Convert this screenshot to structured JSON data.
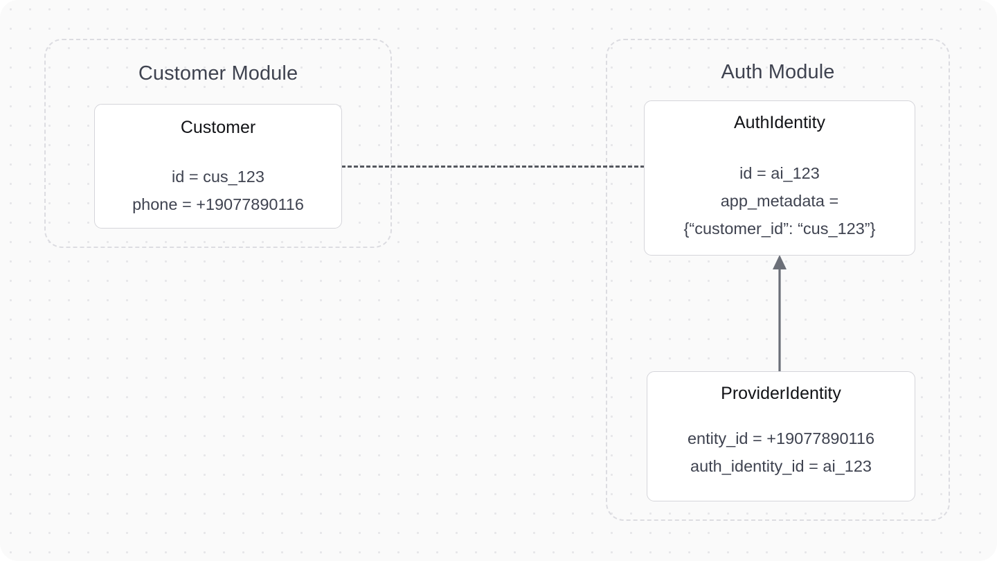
{
  "diagram": {
    "background_color": "#fafafa",
    "dot_color": "#e6e6e9",
    "modules": [
      {
        "id": "customer-module",
        "title": "Customer Module",
        "border_style": "dashed",
        "border_color": "#dcdce1"
      },
      {
        "id": "auth-module",
        "title": "Auth Module",
        "border_style": "dashed",
        "border_color": "#dcdce1"
      }
    ],
    "cards": {
      "customer": {
        "title": "Customer",
        "lines": [
          "id = cus_123",
          "phone = +19077890116"
        ]
      },
      "auth_identity": {
        "title": "AuthIdentity",
        "lines": [
          "id = ai_123",
          "app_metadata =",
          "{“customer_id”: “cus_123”}"
        ]
      },
      "provider_identity": {
        "title": "ProviderIdentity",
        "lines": [
          "entity_id = +19077890116",
          "auth_identity_id = ai_123"
        ]
      }
    },
    "connectors": [
      {
        "id": "customer-to-auth-identity",
        "style": "dotted",
        "color": "#55585f",
        "from": "customer",
        "to": "auth_identity",
        "arrow": false
      },
      {
        "id": "provider-identity-to-auth-identity",
        "style": "solid",
        "color": "#6b6f78",
        "from": "provider_identity",
        "to": "auth_identity",
        "arrow": true,
        "arrow_direction": "up"
      }
    ]
  }
}
